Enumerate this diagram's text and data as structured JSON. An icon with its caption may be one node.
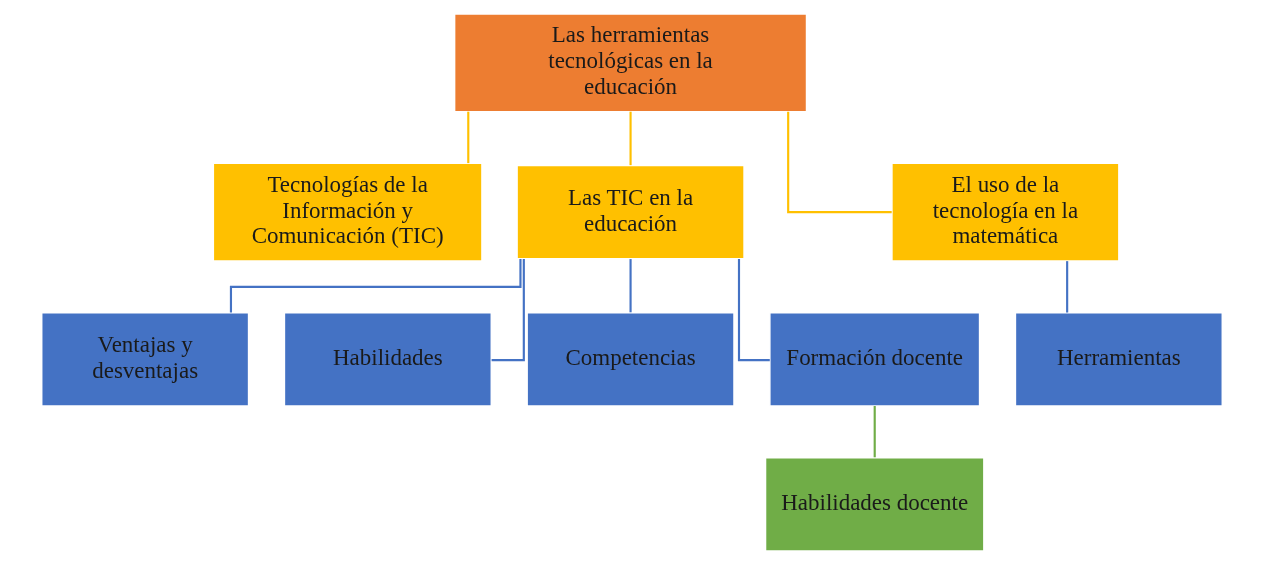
{
  "diagram": {
    "nodes": [
      {
        "text": [
          "Las herramientas tecnológicas en la educación"
        ]
      },
      {
        "text": [
          "Tecnologías de la Información y Comunicación (TIC)"
        ]
      },
      {
        "text": [
          "Las TIC en la educación"
        ]
      },
      {
        "text": [
          "El uso de la tecnología en la matemática"
        ]
      },
      {
        "text": [
          "Ventajas y desventajas"
        ]
      },
      {
        "text": [
          "Habilidades"
        ]
      },
      {
        "text": [
          "Competencias"
        ]
      },
      {
        "text": [
          "Formación docente"
        ]
      },
      {
        "text": [
          "Herramientas"
        ]
      },
      {
        "text": [
          "Habilidades docente"
        ]
      }
    ],
    "edges": [
      {
        "from": 0,
        "to": 1,
        "arrow": "none",
        "color": "#ffc000"
      },
      {
        "from": 0,
        "to": 2,
        "arrow": "none",
        "color": "#ffc000"
      },
      {
        "from": 0,
        "to": 3,
        "arrow": "none",
        "color": "#ffc000"
      },
      {
        "from": 2,
        "to": 4,
        "arrow": "none"
      },
      {
        "from": 2,
        "to": 5,
        "arrow": "none"
      },
      {
        "from": 2,
        "to": 6,
        "arrow": "none"
      },
      {
        "from": 2,
        "to": 7,
        "arrow": "none"
      },
      {
        "from": 3,
        "to": 8,
        "arrow": "none"
      },
      {
        "from": 7,
        "to": 9,
        "arrow": "none",
        "color": "#70ad47"
      }
    ]
  }
}
